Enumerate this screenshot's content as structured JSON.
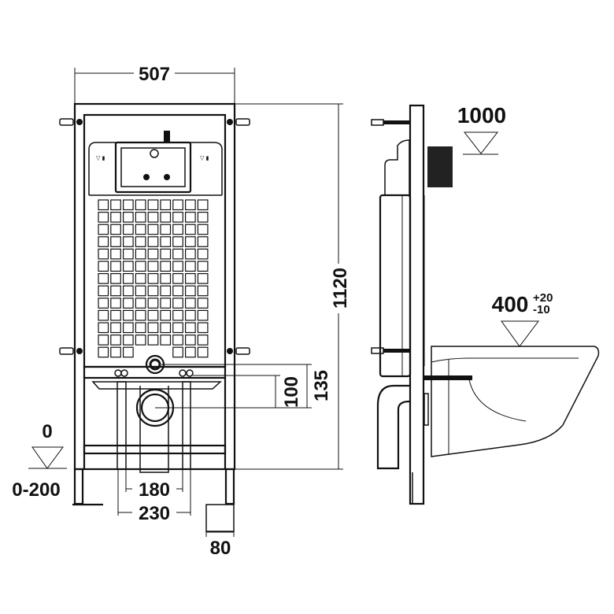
{
  "front_view": {
    "width_label": "507",
    "height_label": "1120",
    "flush_to_drain_label": "100",
    "drain_height_label": "135",
    "inner_spacing_label": "180",
    "outer_spacing_label": "230",
    "foot_label": "80",
    "floor_level_label": "0",
    "leg_adjust_label": "0-200"
  },
  "side_view": {
    "button_height_label": "1000",
    "seat_height_label": "400",
    "seat_tolerance_plus": "+20",
    "seat_tolerance_minus": "-10"
  },
  "colors": {
    "line": "#111111",
    "background": "#ffffff"
  }
}
